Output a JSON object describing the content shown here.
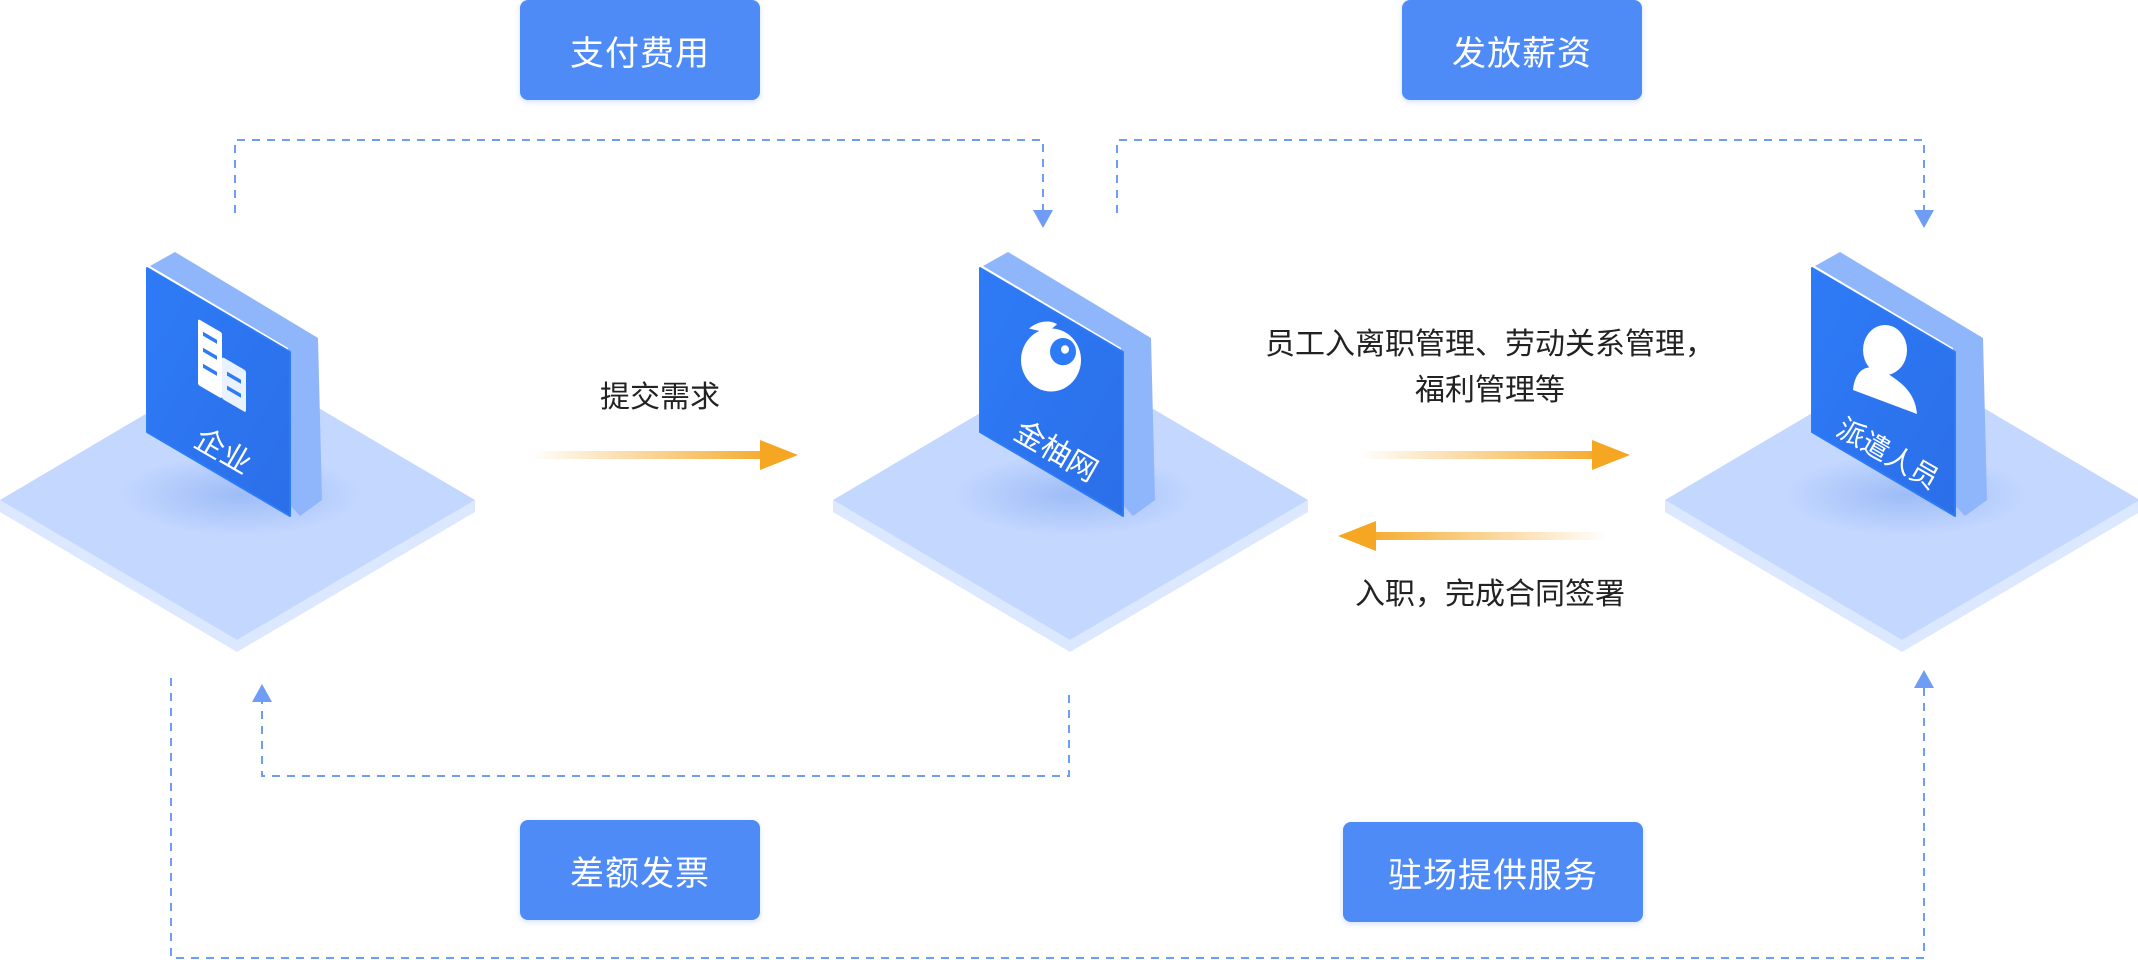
{
  "colors": {
    "accent": "#4f8bf7",
    "dashed_line": "#6f9cf5",
    "arrow_orange": "#f5a623",
    "platform_top": "#c3d7ff",
    "tile_blue": "#2f7cf6"
  },
  "nodes": [
    {
      "id": "enterprise",
      "label": "企业",
      "icon": "building-icon"
    },
    {
      "id": "platform",
      "label": "金柚网",
      "icon": "jinyou-logo-icon"
    },
    {
      "id": "staff",
      "label": "派遣人员",
      "icon": "person-icon"
    }
  ],
  "tags": {
    "pay_fee": "支付费用",
    "pay_salary": "发放薪资",
    "invoice": "差额发票",
    "onsite_service": "驻场提供服务"
  },
  "flows": {
    "submit_demand": "提交需求",
    "manage_line1": "员工入离职管理、劳动关系管理，",
    "manage_line2": "福利管理等",
    "onboard": "入职，完成合同签署"
  }
}
